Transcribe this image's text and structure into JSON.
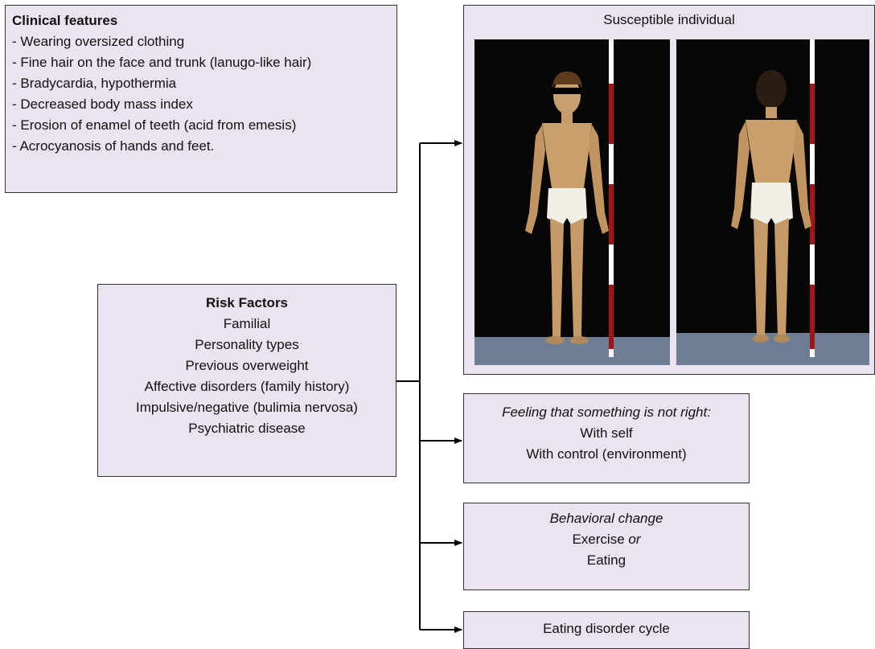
{
  "clinical": {
    "title": "Clinical features",
    "items": [
      "- Wearing oversized clothing",
      "- Fine hair on the face and trunk (lanugo-like hair)",
      "- Bradycardia, hypothermia",
      "- Decreased body mass index",
      "- Erosion of enamel of teeth (acid from emesis)",
      "- Acrocyanosis of hands and feet."
    ]
  },
  "risk": {
    "title": "Risk Factors",
    "items": [
      "Familial",
      "Personality types",
      "Previous overweight",
      "Affective disorders (family history)",
      "Impulsive/negative (bulimia nervosa)",
      "Psychiatric disease"
    ]
  },
  "susceptible": {
    "title": "Susceptible individual"
  },
  "feeling": {
    "title": "Feeling that something is not right:",
    "items": [
      "With self",
      "With control (environment)"
    ]
  },
  "behavior": {
    "title": "Behavioral change",
    "line1_text": "Exercise",
    "line1_em": "or",
    "line2": "Eating"
  },
  "cycle": {
    "title": "Eating disorder cycle"
  },
  "colors": {
    "box_fill": "#ebe3f0",
    "border": "#333333",
    "photo_bg": "#070707"
  }
}
